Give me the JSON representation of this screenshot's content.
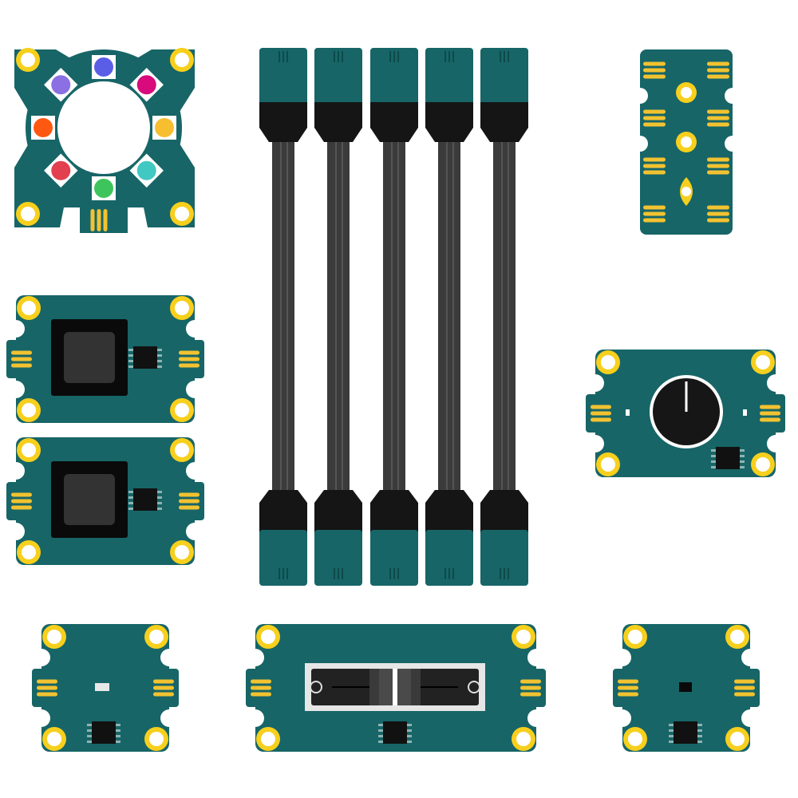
{
  "colors": {
    "pcb": "#176567",
    "pad_gold": "#f2c230",
    "hole_ring": "#f7cf1d",
    "chip": "#111111",
    "cable_wire": "#3b3b3b",
    "cable_boot": "#151515",
    "connector": "#176567",
    "background": "#ffffff"
  },
  "led_ring": {
    "led_colors": [
      "#5a5ee6",
      "#d80a7c",
      "#f7be30",
      "#42c8c2",
      "#3ec45c",
      "#e2404e",
      "#ff5810",
      "#8a70e2"
    ]
  },
  "modules": [
    {
      "name": "led-ring-module"
    },
    {
      "name": "cable-bundle",
      "cable_count": 5
    },
    {
      "name": "connector-strip-module"
    },
    {
      "name": "camera-sensor-module",
      "count": 2
    },
    {
      "name": "rotary-knob-module",
      "knob_pointer": "up"
    },
    {
      "name": "light-sensor-module"
    },
    {
      "name": "slider-module",
      "slider_position": 0.5
    },
    {
      "name": "small-sensor-module"
    }
  ]
}
